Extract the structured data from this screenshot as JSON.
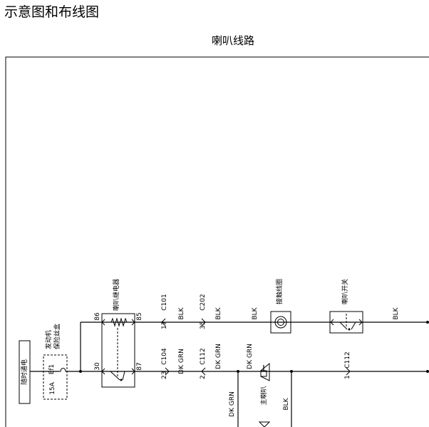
{
  "header": {
    "title": "示意图和布线图"
  },
  "diagram": {
    "title": "喇叭线路",
    "supply_label": "随时通电",
    "fusebox_label_1": "发动机",
    "fusebox_label_2": "保险丝盒",
    "fuse_name": "Ef1",
    "fuse_rating": "15A",
    "relay_label": "喇叭继电器",
    "relay_pins": {
      "p86": "86",
      "p85": "85",
      "p30": "30",
      "p87": "87"
    },
    "connectors": {
      "c101": "C101",
      "c101_pin": "17",
      "c202": "C202",
      "c202_pin": "35",
      "c104": "C104",
      "c104_pin": "23",
      "c112a": "C112",
      "c112a_pin": "2",
      "c112b": "C112",
      "c112b_pin": "1"
    },
    "wires": {
      "blk_1": "BLK",
      "blk_2": "BLK",
      "blk_3": "BLK",
      "blk_4": "BLK",
      "blk_5": "BLK",
      "dkgrn_1": "DK GRN",
      "dkgrn_2": "DK GRN",
      "dkgrn_3": "DK GRN",
      "dkgrn_4": "DK GRN"
    },
    "coil_label": "接触线圈",
    "horn_switch_label": "喇叭开关",
    "main_horn_label": "主喇叭"
  }
}
